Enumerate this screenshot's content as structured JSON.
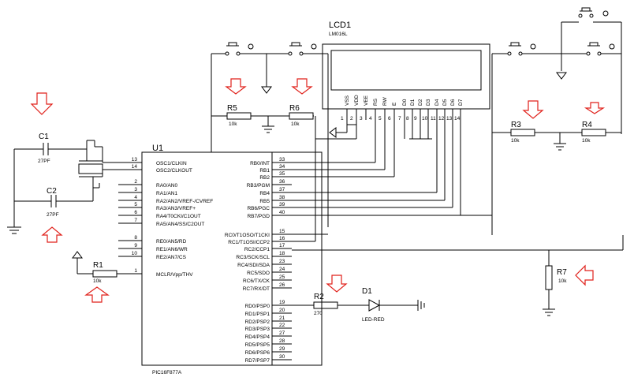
{
  "mcu": {
    "ref": "U1",
    "part": "PIC16F877A",
    "left_pins": [
      {
        "num": "13",
        "name": "OSC1/CLKIN"
      },
      {
        "num": "14",
        "name": "OSC2/CLKOUT"
      },
      {
        "num": "2",
        "name": "RA0/AN0"
      },
      {
        "num": "3",
        "name": "RA1/AN1"
      },
      {
        "num": "4",
        "name": "RA2/AN2/VREF-/CVREF"
      },
      {
        "num": "5",
        "name": "RA3/AN3/VREF+"
      },
      {
        "num": "6",
        "name": "RA4/T0CKI/C1OUT"
      },
      {
        "num": "7",
        "name": "RA5/AN4/SS/C2OUT"
      },
      {
        "num": "8",
        "name": "RE0/AN5/RD"
      },
      {
        "num": "9",
        "name": "RE1/AN6/WR"
      },
      {
        "num": "10",
        "name": "RE2/AN7/CS"
      },
      {
        "num": "1",
        "name": "MCLR/Vpp/THV"
      }
    ],
    "right_pins": [
      {
        "num": "33",
        "name": "RB0/INT"
      },
      {
        "num": "34",
        "name": "RB1"
      },
      {
        "num": "35",
        "name": "RB2"
      },
      {
        "num": "36",
        "name": "RB3/PGM"
      },
      {
        "num": "37",
        "name": "RB4"
      },
      {
        "num": "38",
        "name": "RB5"
      },
      {
        "num": "39",
        "name": "RB6/PGC"
      },
      {
        "num": "40",
        "name": "RB7/PGD"
      },
      {
        "num": "15",
        "name": "RC0/T1OSO/T1CKI"
      },
      {
        "num": "16",
        "name": "RC1/T1OSI/CCP2"
      },
      {
        "num": "17",
        "name": "RC2/CCP1"
      },
      {
        "num": "18",
        "name": "RC3/SCK/SCL"
      },
      {
        "num": "23",
        "name": "RC4/SDI/SDA"
      },
      {
        "num": "24",
        "name": "RC5/SDO"
      },
      {
        "num": "25",
        "name": "RC6/TX/CK"
      },
      {
        "num": "26",
        "name": "RC7/RX/DT"
      },
      {
        "num": "19",
        "name": "RD0/PSP0"
      },
      {
        "num": "20",
        "name": "RD1/PSP1"
      },
      {
        "num": "21",
        "name": "RD2/PSP2"
      },
      {
        "num": "22",
        "name": "RD3/PSP3"
      },
      {
        "num": "27",
        "name": "RD4/PSP4"
      },
      {
        "num": "28",
        "name": "RD5/PSP5"
      },
      {
        "num": "29",
        "name": "RD6/PSP6"
      },
      {
        "num": "30",
        "name": "RD7/PSP7"
      }
    ]
  },
  "lcd": {
    "ref": "LCD1",
    "part": "LM016L",
    "pins": [
      {
        "num": "1",
        "name": "VSS"
      },
      {
        "num": "2",
        "name": "VDD"
      },
      {
        "num": "3",
        "name": "VEE"
      },
      {
        "num": "4",
        "name": "RS"
      },
      {
        "num": "5",
        "name": "RW"
      },
      {
        "num": "6",
        "name": "E"
      },
      {
        "num": "7",
        "name": "D0"
      },
      {
        "num": "8",
        "name": "D1"
      },
      {
        "num": "9",
        "name": "D2"
      },
      {
        "num": "10",
        "name": "D3"
      },
      {
        "num": "11",
        "name": "D4"
      },
      {
        "num": "12",
        "name": "D5"
      },
      {
        "num": "13",
        "name": "D6"
      },
      {
        "num": "14",
        "name": "D7"
      }
    ]
  },
  "capacitors": [
    {
      "ref": "C1",
      "value": "27PF"
    },
    {
      "ref": "C2",
      "value": "27PF"
    }
  ],
  "resistors": [
    {
      "ref": "R1",
      "value": "10k"
    },
    {
      "ref": "R2",
      "value": "270"
    },
    {
      "ref": "R3",
      "value": "10k"
    },
    {
      "ref": "R4",
      "value": "10k"
    },
    {
      "ref": "R5",
      "value": "10k"
    },
    {
      "ref": "R6",
      "value": "10k"
    },
    {
      "ref": "R7",
      "value": "10k"
    }
  ],
  "led": {
    "ref": "D1",
    "part": "LED-RED"
  },
  "colors": {
    "wire": "#000000",
    "annotation_arrow": "#e0201a",
    "background": "#ffffff"
  }
}
